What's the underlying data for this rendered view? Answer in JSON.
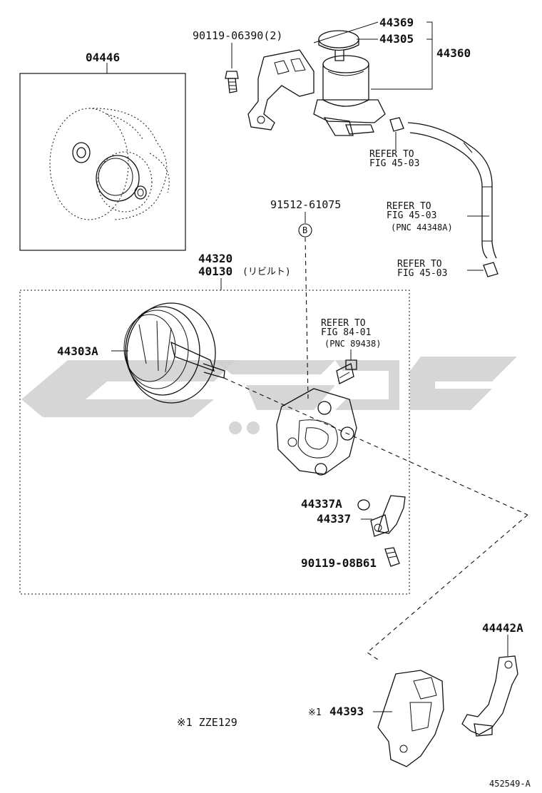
{
  "labels": {
    "kit": "04446",
    "bolt_top": "90119-06390(2)",
    "bracket": "44369",
    "cap": "44305",
    "reservoir": "44360",
    "refer1_a": "REFER TO",
    "refer1_b": "FIG 45-03",
    "clip": "91512-61075",
    "circle_b": "B",
    "refer2_a": "REFER TO",
    "refer2_b": "FIG 45-03",
    "refer2_c": "(PNC 44348A)",
    "refer3_a": "REFER TO",
    "refer3_b": "FIG 45-03",
    "pump_a": "44320",
    "pump_b": "40130",
    "pump_b_note": "(リビルト)",
    "refer4_a": "REFER TO",
    "refer4_b": "FIG 84-01",
    "refer4_c": "(PNC 89438)",
    "pulley": "44303A",
    "oring": "44337A",
    "union": "44337",
    "bolt_bottom": "90119-08B61",
    "bracket_a": "44442A",
    "cover_mark": "※1",
    "cover": "44393",
    "note": "※1 ZZE129",
    "ref_no": "452549-A"
  }
}
